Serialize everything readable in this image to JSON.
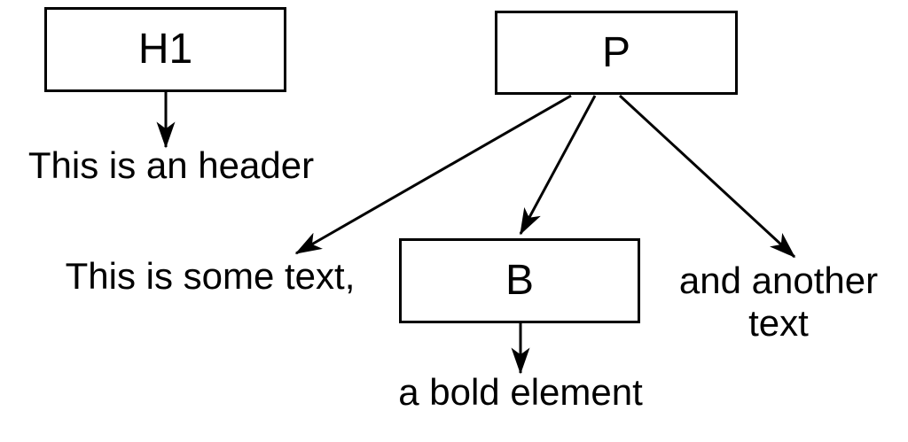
{
  "diagram": {
    "type": "dom-tree",
    "colors": {
      "background": "#ffffff",
      "box_border": "#000000",
      "box_fill": "#ffffff",
      "line": "#000000",
      "text": "#000000"
    },
    "nodes": [
      {
        "id": "h1",
        "label": "H1"
      },
      {
        "id": "p",
        "label": "P"
      },
      {
        "id": "b",
        "label": "B"
      }
    ],
    "text_nodes": [
      {
        "id": "header-text",
        "lines": [
          "This is an header"
        ]
      },
      {
        "id": "some-text",
        "lines": [
          "This is some text,"
        ]
      },
      {
        "id": "another-text",
        "lines": [
          "and another",
          "text"
        ]
      },
      {
        "id": "bold-text",
        "lines": [
          "a bold element"
        ]
      }
    ],
    "edges": [
      {
        "from": "H1",
        "to": "This is an header"
      },
      {
        "from": "P",
        "to": "This is some text,"
      },
      {
        "from": "P",
        "to": "B"
      },
      {
        "from": "P",
        "to": "and another text"
      },
      {
        "from": "B",
        "to": "a bold element"
      }
    ]
  }
}
